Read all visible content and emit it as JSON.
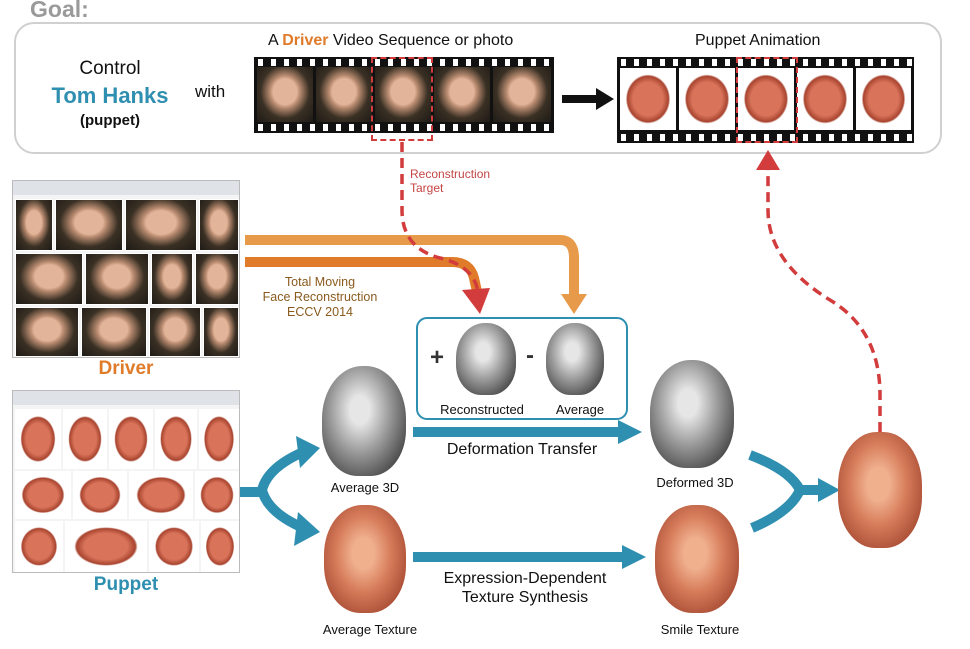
{
  "goal": {
    "heading": "Goal:"
  },
  "control": {
    "line1": "Control",
    "name": "Tom Hanks",
    "sub": "(puppet)",
    "with": "with"
  },
  "driver_caption": {
    "prefix": "A ",
    "highlight": "Driver",
    "suffix": " Video Sequence or photo"
  },
  "puppet_caption": "Puppet Animation",
  "reconstruction": {
    "line1": "Reconstruction",
    "line2": "Target"
  },
  "tmfr": {
    "line1": "Total Moving",
    "line2": "Face Reconstruction",
    "line3": "ECCV 2014"
  },
  "driver_label": "Driver",
  "puppet_label": "Puppet",
  "plus": "+",
  "minus": "-",
  "reconstructed_label": "Reconstructed",
  "average_label": "Average",
  "average3d_label": "Average 3D",
  "deformation_label": "Deformation Transfer",
  "deformed3d_label": "Deformed 3D",
  "avg_texture_label": "Average Texture",
  "expr_label": {
    "line1": "Expression-Dependent",
    "line2": "Texture Synthesis"
  },
  "smile_texture_label": "Smile Texture",
  "colors": {
    "blue": "#2e8fb0",
    "orange": "#e79a4a",
    "red": "#d23c3c",
    "arrow_dark": "#2a2a2a"
  }
}
